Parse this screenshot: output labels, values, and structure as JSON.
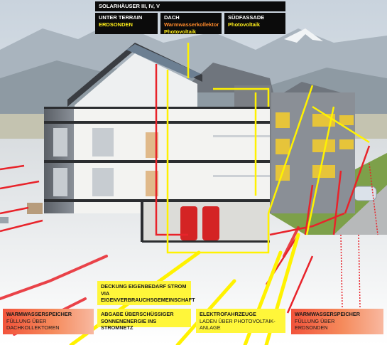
{
  "title": "SOLARHÄUSER III, IV, V",
  "categories": [
    {
      "heading": "UNTER TERRAIN",
      "items": [
        {
          "text": "ERDSONDEN",
          "color": "#ffef1a"
        }
      ]
    },
    {
      "heading": "DACH",
      "items": [
        {
          "text": "Warmwasserkollektor",
          "color": "#ff8a2a"
        },
        {
          "text": "Photovoltaik",
          "color": "#ffef1a"
        }
      ]
    },
    {
      "heading": "SÜDFASSADE",
      "items": [
        {
          "text": "Photovoltaik",
          "color": "#ffef1a"
        }
      ]
    }
  ],
  "labels": {
    "deckung": {
      "line1": "DECKUNG EIGENBEDARF STROM",
      "line2": "VIA",
      "line3": "EIGENVERBRAUCHSGEMEINSCHAFT"
    },
    "abgabe": {
      "line1": "ABGABE ÜBERSCHÜSSIGER",
      "line2": "SONNENENERGIE INS STROMNETZ"
    },
    "elektro": {
      "title": "ELEKTROFAHRZEUGE",
      "line1": "LADEN ÜBER PHOTOVOLTAIK-",
      "line2": "ANLAGE"
    },
    "ww_left": {
      "title": "WARMWASSERSPEICHER",
      "line1": "FÜLLUNG ÜBER",
      "line2": "DACHKOLLEKTOREN"
    },
    "ww_right": {
      "title": "WARMWASSERSPEICHER",
      "line1": "FÜLLUNG ÜBER",
      "line2": "ERDSONDEN"
    }
  },
  "colors": {
    "yellow_line": "#fff200",
    "red_line": "#e8232a",
    "orange": "#ff8a2a",
    "label_yellow": "#fff63a"
  }
}
